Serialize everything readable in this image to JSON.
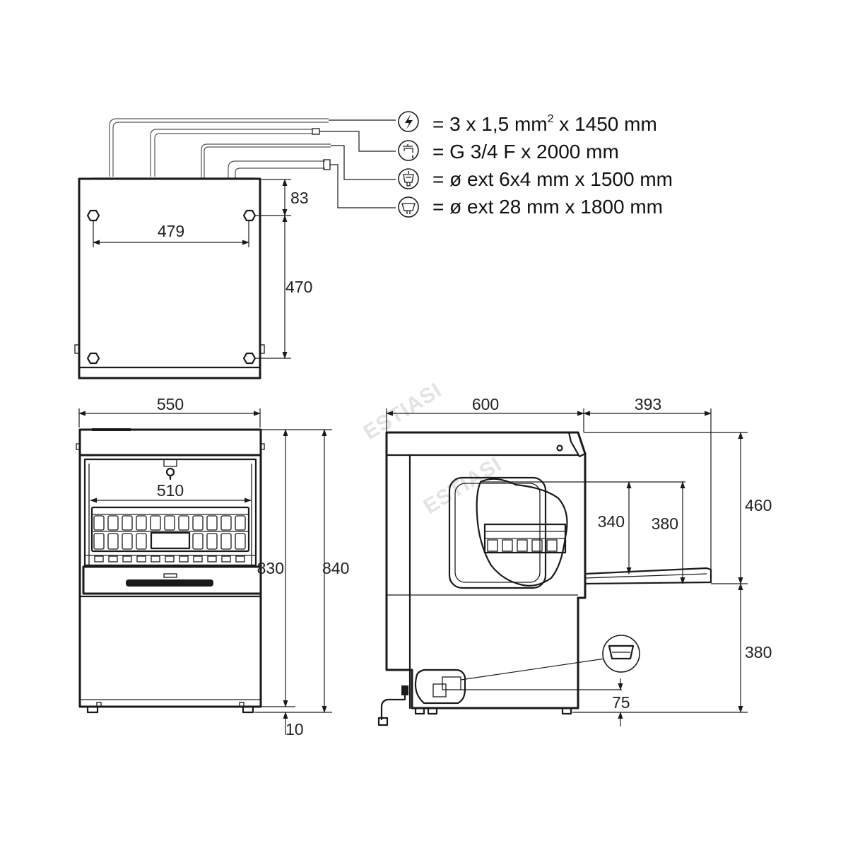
{
  "connections": [
    {
      "icon": "electric-icon",
      "text": "= 3 x 1,5 mm",
      "sup": "2",
      "text_after": " x 1450 mm"
    },
    {
      "icon": "water-tap-icon",
      "text": "= G 3/4 F x 2000 mm"
    },
    {
      "icon": "detergent-icon",
      "text": "= ø ext 6x4 mm x 1500 mm"
    },
    {
      "icon": "drain-icon",
      "text": "= ø ext 28 mm x 1800 mm"
    }
  ],
  "dimensions": {
    "back_top_offset": "83",
    "back_hole_spacing": "479",
    "back_vertical_spacing": "470",
    "front_width": "550",
    "inner_width": "510",
    "height_830": "830",
    "height_840": "840",
    "foot_height": "10",
    "side_depth": "600",
    "door_projection": "393",
    "upper_height": "460",
    "lower_height": "380",
    "chamber_340": "340",
    "chamber_380": "380",
    "drain_height": "75"
  },
  "watermark": {
    "text_1": "ESTIASI",
    "text_2": "ESTIASI"
  }
}
